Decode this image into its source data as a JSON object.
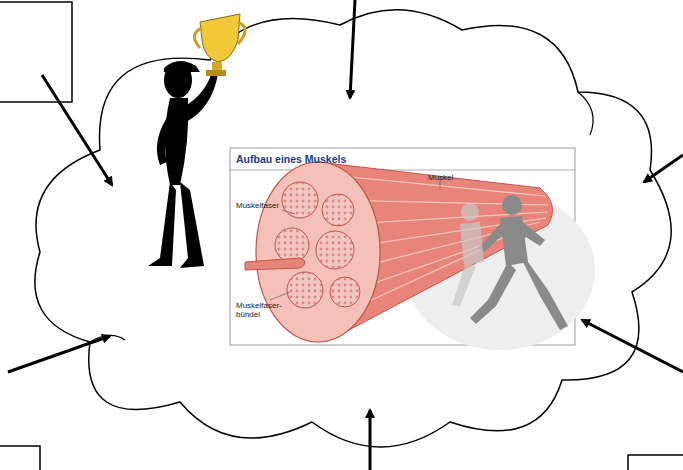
{
  "diagram": {
    "labels": [
      "Aufbau eines Muskels",
      "Muskel",
      "Muskelfaser",
      "Muskelfaser-bündel"
    ]
  }
}
